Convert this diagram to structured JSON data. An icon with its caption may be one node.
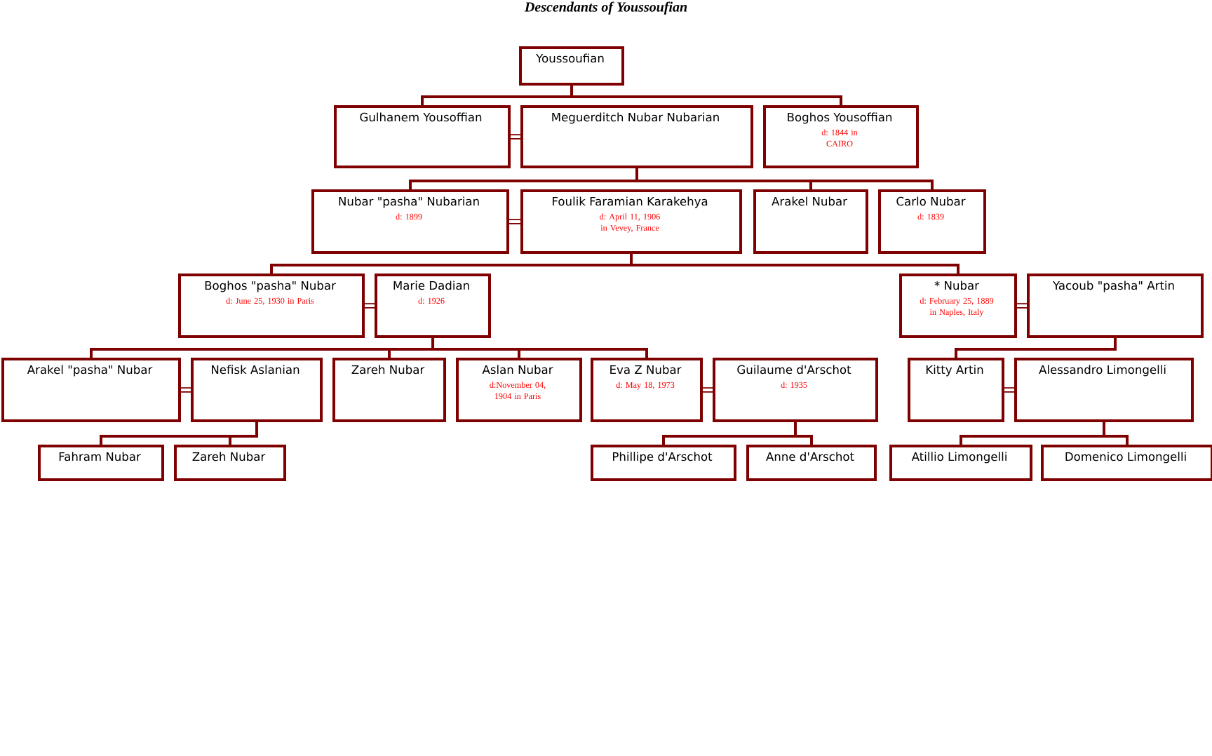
{
  "diagram": {
    "title": "Descendants of Youssoufian",
    "nodes": [
      {
        "text": [
          "Youssoufian"
        ]
      },
      {
        "text": [
          "Gulhanem Yousoffian"
        ]
      },
      {
        "text": [
          "Meguerditch Nubar Nubarian"
        ]
      },
      {
        "text": [
          "Boghos Yousoffian",
          "d: 1844 in CAIRO"
        ]
      },
      {
        "text": [
          "Nubar \"pasha\" Nubarian",
          "d: 1899"
        ]
      },
      {
        "text": [
          "Foulik Faramian Karakehya",
          "d: April 11, 1906 in Vevey, France"
        ]
      },
      {
        "text": [
          "Arakel Nubar"
        ]
      },
      {
        "text": [
          "Carlo Nubar",
          "d: 1839"
        ]
      },
      {
        "text": [
          "Boghos \"pasha\" Nubar",
          "d: June 25, 1930 in Paris"
        ]
      },
      {
        "text": [
          "Marie Dadian",
          "d: 1926"
        ]
      },
      {
        "text": [
          "* Nubar",
          "d: February 25, 1889 in Naples, Italy"
        ]
      },
      {
        "text": [
          "Yacoub \"pasha\" Artin"
        ]
      },
      {
        "text": [
          "Arakel \"pasha\" Nubar"
        ]
      },
      {
        "text": [
          "Nefisk Aslanian"
        ]
      },
      {
        "text": [
          "Zareh Nubar"
        ]
      },
      {
        "text": [
          "Aslan Nubar",
          "d:November 04, 1904 in Paris"
        ]
      },
      {
        "text": [
          "Eva Z Nubar",
          "d: May 18, 1973"
        ]
      },
      {
        "text": [
          "Guilaume d'Arschot",
          "d: 1935"
        ]
      },
      {
        "text": [
          "Kitty Artin"
        ]
      },
      {
        "text": [
          "Alessandro Limongelli"
        ]
      },
      {
        "text": [
          "Fahram Nubar"
        ]
      },
      {
        "text": [
          "Zareh Nubar"
        ]
      },
      {
        "text": [
          "Phillipe d'Arschot"
        ]
      },
      {
        "text": [
          "Anne d'Arschot"
        ]
      },
      {
        "text": [
          "Atillio Limongelli"
        ]
      },
      {
        "text": [
          "Domenico Limongelli"
        ]
      }
    ],
    "edges": [
      {
        "from": 0,
        "to": 1,
        "arrow": "none"
      },
      {
        "from": 0,
        "to": 3,
        "arrow": "none"
      },
      {
        "from": 1,
        "to": 2,
        "arrow": "none",
        "style": "thick"
      },
      {
        "from": 2,
        "to": 4,
        "arrow": "none"
      },
      {
        "from": 2,
        "to": 6,
        "arrow": "none"
      },
      {
        "from": 2,
        "to": 7,
        "arrow": "none"
      },
      {
        "from": 4,
        "to": 5,
        "arrow": "none",
        "style": "thick"
      },
      {
        "from": 5,
        "to": 8,
        "arrow": "none"
      },
      {
        "from": 5,
        "to": 10,
        "arrow": "none"
      },
      {
        "from": 8,
        "to": 9,
        "arrow": "none",
        "style": "thick"
      },
      {
        "from": 10,
        "to": 11,
        "arrow": "none",
        "style": "thick"
      },
      {
        "from": 9,
        "to": 12,
        "arrow": "none"
      },
      {
        "from": 9,
        "to": 14,
        "arrow": "none"
      },
      {
        "from": 9,
        "to": 15,
        "arrow": "none"
      },
      {
        "from": 9,
        "to": 16,
        "arrow": "none"
      },
      {
        "from": 11,
        "to": 18,
        "arrow": "none"
      },
      {
        "from": 12,
        "to": 13,
        "arrow": "none",
        "style": "thick"
      },
      {
        "from": 16,
        "to": 17,
        "arrow": "none",
        "style": "thick"
      },
      {
        "from": 18,
        "to": 19,
        "arrow": "none",
        "style": "thick"
      },
      {
        "from": 13,
        "to": 20,
        "arrow": "none"
      },
      {
        "from": 13,
        "to": 21,
        "arrow": "none"
      },
      {
        "from": 17,
        "to": 22,
        "arrow": "none"
      },
      {
        "from": 17,
        "to": 23,
        "arrow": "none"
      },
      {
        "from": 19,
        "to": 24,
        "arrow": "none"
      },
      {
        "from": 19,
        "to": 25,
        "arrow": "none"
      }
    ]
  }
}
